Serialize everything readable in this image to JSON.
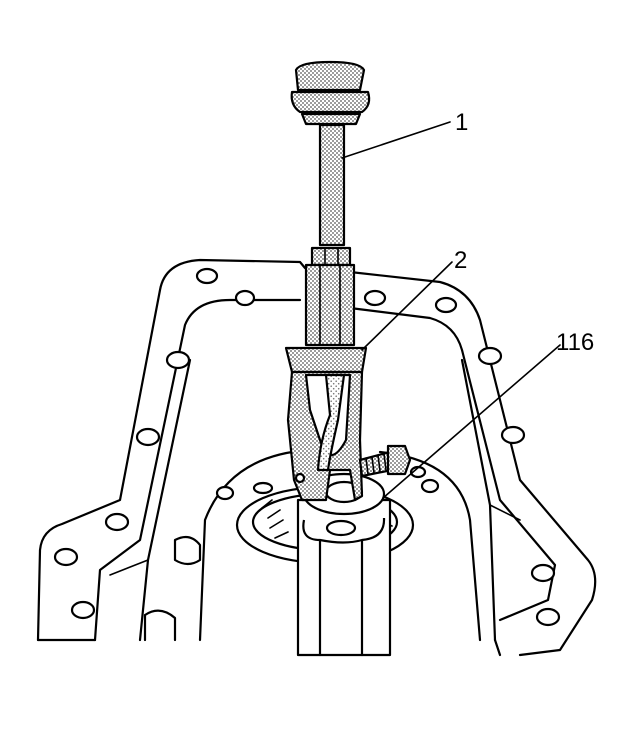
{
  "callouts": [
    {
      "id": "1",
      "label": "1"
    },
    {
      "id": "2",
      "label": "2"
    },
    {
      "id": "116",
      "label": "116"
    }
  ],
  "colors": {
    "ink": "#000000",
    "background": "#ffffff",
    "stipple": "#9a9a9a"
  }
}
